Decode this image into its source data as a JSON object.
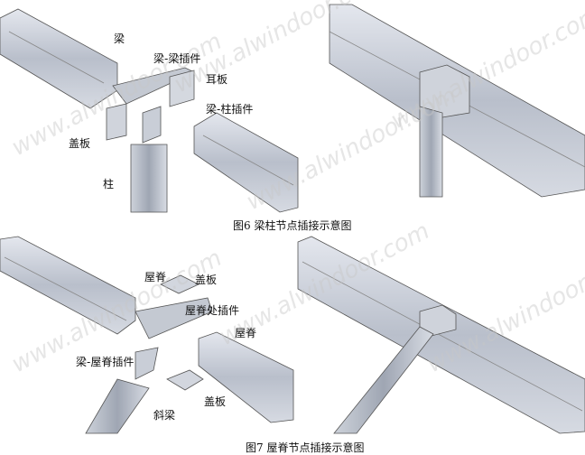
{
  "figure6": {
    "caption": "图6 梁柱节点插接示意图",
    "labels": {
      "beam": "梁",
      "beam_beam_insert": "梁-梁插件",
      "ear_plate": "耳板",
      "beam_column_insert": "梁-柱插件",
      "cover_plate": "盖板",
      "column": "柱"
    }
  },
  "figure7": {
    "caption": "图7 屋脊节点插接示意图",
    "labels": {
      "ridge_1": "屋脊",
      "cover_plate_1": "盖板",
      "ridge_insert": "屋脊处插件",
      "ridge_2": "屋脊",
      "beam_ridge_insert": "梁-屋脊插件",
      "cover_plate_2": "盖板",
      "rafter": "斜梁"
    }
  },
  "watermark": "www.alwindoor.com"
}
